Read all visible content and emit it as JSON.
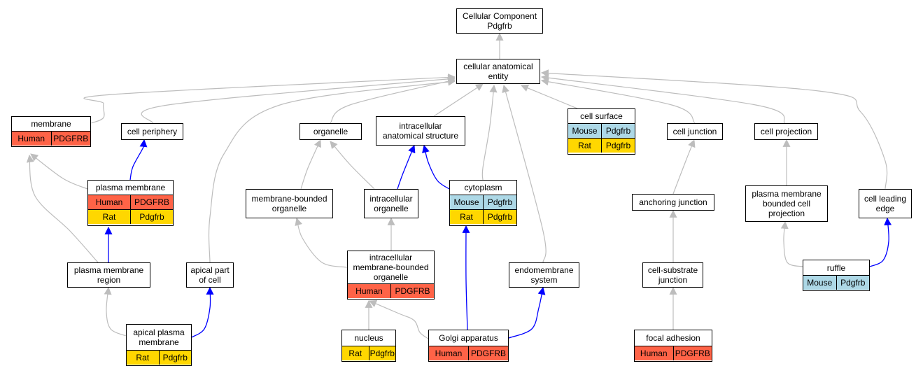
{
  "colors": {
    "edge_is_a": "#bdbdbd",
    "edge_part_of": "#0000ff",
    "Human": "#ff6347",
    "Rat": "#ffd700",
    "Mouse": "#add8e6"
  },
  "nodes": {
    "root": {
      "title": "Cellular Component\nPdgfrb",
      "rows": []
    },
    "cae": {
      "title": "cellular anatomical\nentity",
      "rows": []
    },
    "membrane": {
      "title": "membrane",
      "rows": [
        [
          {
            "sp": "Human",
            "g": "PDGFRB"
          }
        ]
      ]
    },
    "cellPeriphery": {
      "title": "cell periphery",
      "rows": []
    },
    "organelle": {
      "title": "organelle",
      "rows": []
    },
    "ias": {
      "title": "intracellular\nanatomical structure",
      "rows": []
    },
    "cellSurface": {
      "title": "cell surface",
      "rows": [
        [
          {
            "sp": "Mouse",
            "g": "Pdgfrb"
          }
        ],
        [
          {
            "sp": "Rat",
            "g": "Pdgfrb"
          }
        ]
      ]
    },
    "cellJunction": {
      "title": "cell junction",
      "rows": []
    },
    "cellProjection": {
      "title": "cell projection",
      "rows": []
    },
    "plasmaMembrane": {
      "title": "plasma membrane",
      "rows": [
        [
          {
            "sp": "Human",
            "g": "PDGFRB"
          }
        ],
        [
          {
            "sp": "Rat",
            "g": "Pdgfrb"
          }
        ]
      ]
    },
    "mbo": {
      "title": "membrane-bounded\norganelle",
      "rows": []
    },
    "io": {
      "title": "intracellular\norganelle",
      "rows": []
    },
    "cytoplasm": {
      "title": "cytoplasm",
      "rows": [
        [
          {
            "sp": "Mouse",
            "g": "Pdgfrb"
          }
        ],
        [
          {
            "sp": "Rat",
            "g": "Pdgfrb"
          }
        ]
      ]
    },
    "anchoring": {
      "title": "anchoring junction",
      "rows": []
    },
    "pmbcp": {
      "title": "plasma membrane\nbounded cell\nprojection",
      "rows": []
    },
    "leadingEdge": {
      "title": "cell leading\nedge",
      "rows": []
    },
    "pmRegion": {
      "title": "plasma membrane\nregion",
      "rows": []
    },
    "apicalPart": {
      "title": "apical part\nof cell",
      "rows": []
    },
    "imbo": {
      "title": "intracellular\nmembrane-bounded\norganelle",
      "rows": [
        [
          {
            "sp": "Human",
            "g": "PDGFRB"
          }
        ]
      ]
    },
    "endomembrane": {
      "title": "endomembrane\nsystem",
      "rows": []
    },
    "cellSubstrate": {
      "title": "cell-substrate\njunction",
      "rows": []
    },
    "ruffle": {
      "title": "ruffle",
      "rows": [
        [
          {
            "sp": "Mouse",
            "g": "Pdgfrb"
          }
        ]
      ]
    },
    "apicalPM": {
      "title": "apical plasma\nmembrane",
      "rows": [
        [
          {
            "sp": "Rat",
            "g": "Pdgfrb"
          }
        ]
      ]
    },
    "nucleus": {
      "title": "nucleus",
      "rows": [
        [
          {
            "sp": "Rat",
            "g": "Pdgfrb"
          }
        ]
      ]
    },
    "golgi": {
      "title": "Golgi apparatus",
      "rows": [
        [
          {
            "sp": "Human",
            "g": "PDGFRB"
          }
        ]
      ]
    },
    "focalAdhesion": {
      "title": "focal adhesion",
      "rows": [
        [
          {
            "sp": "Human",
            "g": "PDGFRB"
          }
        ]
      ]
    }
  },
  "edges": [
    {
      "from": "cae",
      "to": "root",
      "type": "is_a"
    },
    {
      "from": "membrane",
      "to": "cae",
      "type": "is_a"
    },
    {
      "from": "cellPeriphery",
      "to": "cae",
      "type": "is_a"
    },
    {
      "from": "organelle",
      "to": "cae",
      "type": "is_a"
    },
    {
      "from": "ias",
      "to": "cae",
      "type": "is_a"
    },
    {
      "from": "cytoplasm",
      "to": "cae",
      "type": "is_a"
    },
    {
      "from": "endomembrane",
      "to": "cae",
      "type": "is_a"
    },
    {
      "from": "cellSurface",
      "to": "cae",
      "type": "is_a"
    },
    {
      "from": "cellJunction",
      "to": "cae",
      "type": "is_a"
    },
    {
      "from": "cellProjection",
      "to": "cae",
      "type": "is_a"
    },
    {
      "from": "leadingEdge",
      "to": "cae",
      "type": "is_a"
    },
    {
      "from": "apicalPart",
      "to": "cae",
      "type": "is_a"
    },
    {
      "from": "plasmaMembrane",
      "to": "membrane",
      "type": "is_a"
    },
    {
      "from": "pmRegion",
      "to": "membrane",
      "type": "is_a"
    },
    {
      "from": "plasmaMembrane",
      "to": "cellPeriphery",
      "type": "part_of"
    },
    {
      "from": "pmRegion",
      "to": "plasmaMembrane",
      "type": "part_of"
    },
    {
      "from": "mbo",
      "to": "organelle",
      "type": "is_a"
    },
    {
      "from": "io",
      "to": "organelle",
      "type": "is_a"
    },
    {
      "from": "io",
      "to": "ias",
      "type": "part_of"
    },
    {
      "from": "cytoplasm",
      "to": "ias",
      "type": "part_of"
    },
    {
      "from": "imbo",
      "to": "mbo",
      "type": "is_a"
    },
    {
      "from": "imbo",
      "to": "io",
      "type": "is_a"
    },
    {
      "from": "golgi",
      "to": "cytoplasm",
      "type": "part_of"
    },
    {
      "from": "golgi",
      "to": "endomembrane",
      "type": "part_of"
    },
    {
      "from": "golgi",
      "to": "imbo",
      "type": "is_a"
    },
    {
      "from": "nucleus",
      "to": "imbo",
      "type": "is_a"
    },
    {
      "from": "apicalPM",
      "to": "pmRegion",
      "type": "is_a"
    },
    {
      "from": "apicalPM",
      "to": "apicalPart",
      "type": "part_of"
    },
    {
      "from": "anchoring",
      "to": "cellJunction",
      "type": "is_a"
    },
    {
      "from": "cellSubstrate",
      "to": "anchoring",
      "type": "is_a"
    },
    {
      "from": "focalAdhesion",
      "to": "cellSubstrate",
      "type": "is_a"
    },
    {
      "from": "pmbcp",
      "to": "cellProjection",
      "type": "is_a"
    },
    {
      "from": "ruffle",
      "to": "pmbcp",
      "type": "is_a"
    },
    {
      "from": "ruffle",
      "to": "leadingEdge",
      "type": "part_of"
    }
  ]
}
